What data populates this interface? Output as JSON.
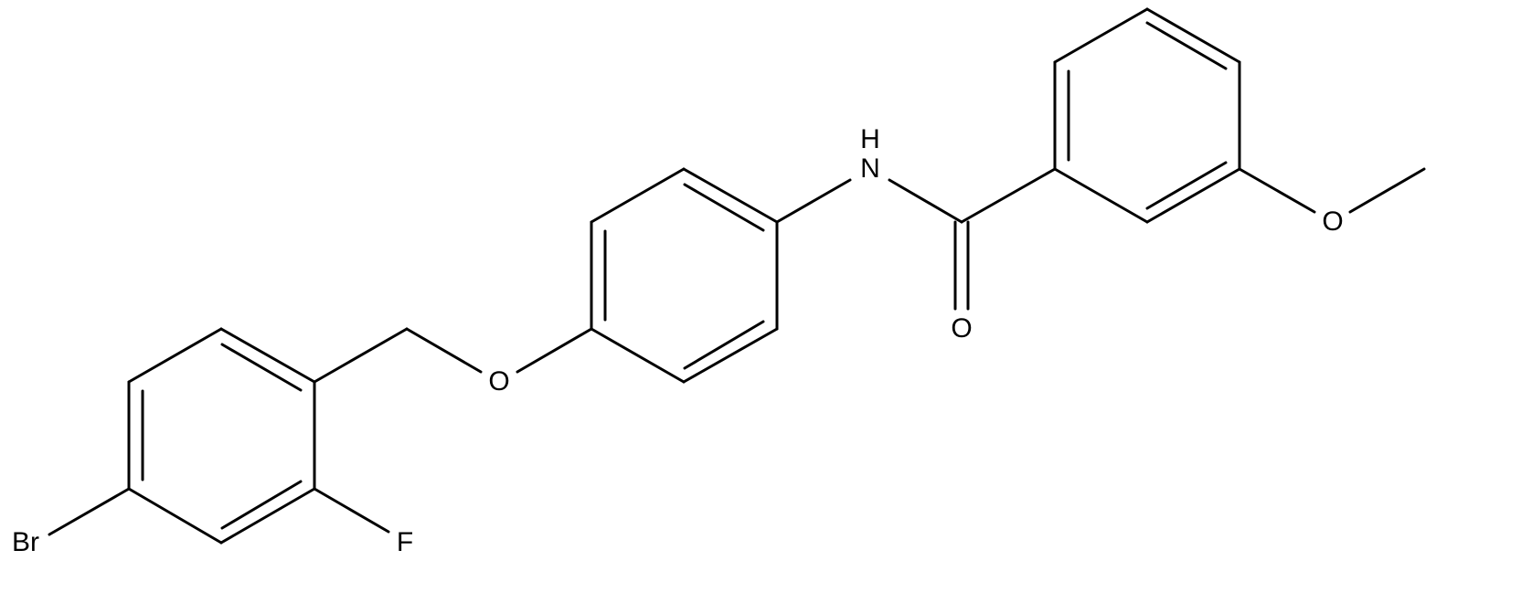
{
  "molecule": {
    "atom_labels": {
      "nh_n": "N",
      "nh_h": "H",
      "carbonyl_o": "O",
      "methoxy_o": "O",
      "ether_o": "O",
      "fluorine": "F",
      "bromine": "Br"
    },
    "colors": {
      "bond": "#000000",
      "label": "#000000",
      "background": "#ffffff"
    }
  }
}
